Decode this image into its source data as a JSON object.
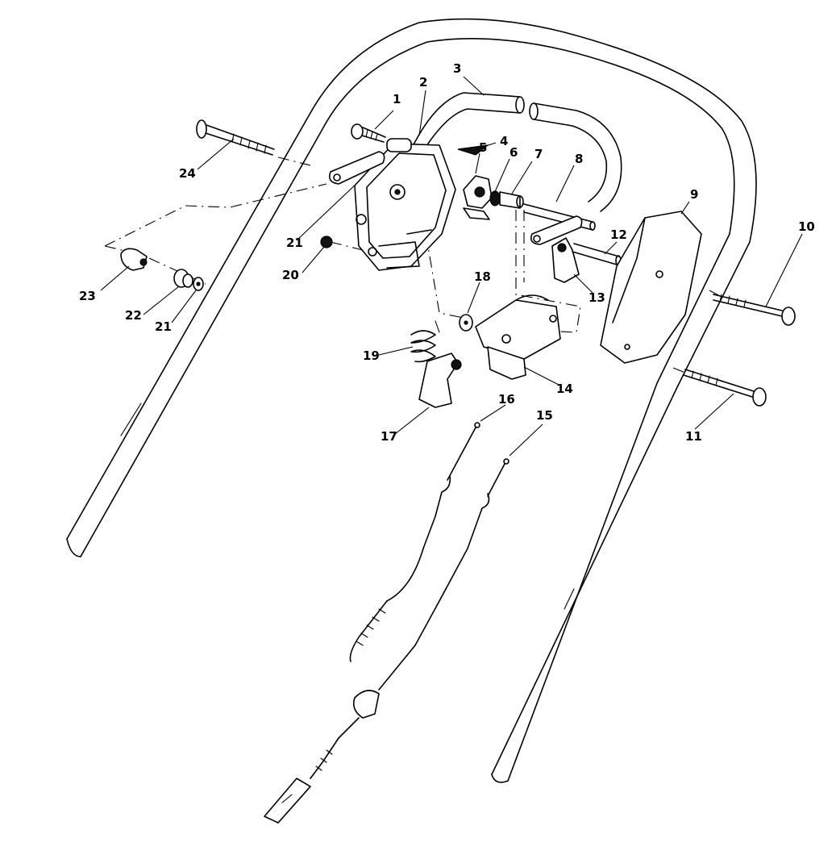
{
  "callouts": [
    "1",
    "2",
    "3",
    "4",
    "5",
    "6",
    "7",
    "8",
    "9",
    "10",
    "11",
    "12",
    "13",
    "14",
    "15",
    "16",
    "17",
    "18",
    "19",
    "20",
    "21",
    "22",
    "21",
    "23",
    "24"
  ]
}
